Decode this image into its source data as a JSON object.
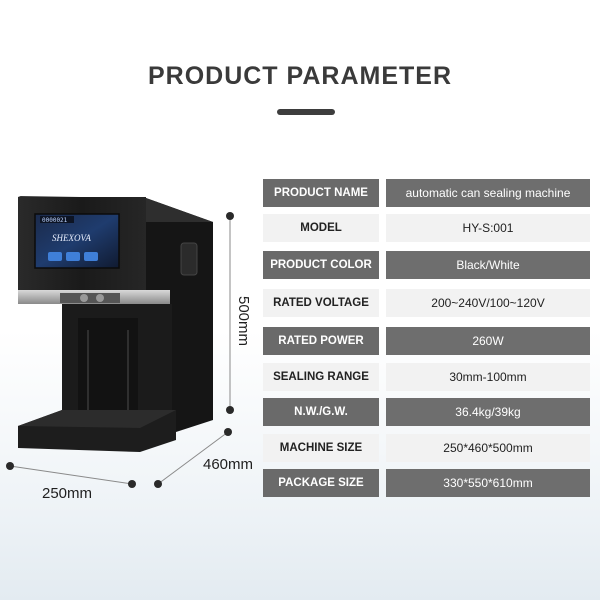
{
  "title": "PRODUCT PARAMETER",
  "brand": "SHEXOVA",
  "display_code": "0000021",
  "dimensions": {
    "height": "500mm",
    "depth": "460mm",
    "width": "250mm"
  },
  "colors": {
    "dark_row": "#6a6a6a",
    "light_row": "#f2f2f2",
    "machine": "#1e1e1e"
  },
  "parameters": [
    {
      "label": "PRODUCT NAME",
      "value": "automatic can  sealing machine"
    },
    {
      "label": "MODEL",
      "value": "HY-S:001"
    },
    {
      "label": "PRODUCT COLOR",
      "value": "Black/White"
    },
    {
      "label": "RATED VOLTAGE",
      "value": "200~240V/100~120V"
    },
    {
      "label": "RATED POWER",
      "value": "260W"
    },
    {
      "label": "SEALING RANGE",
      "value": "30mm-100mm"
    },
    {
      "label": "N.W./G.W.",
      "value": "36.4kg/39kg"
    },
    {
      "label": "MACHINE SIZE",
      "value": "250*460*500mm"
    },
    {
      "label": "PACKAGE SIZE",
      "value": "330*550*610mm"
    }
  ]
}
